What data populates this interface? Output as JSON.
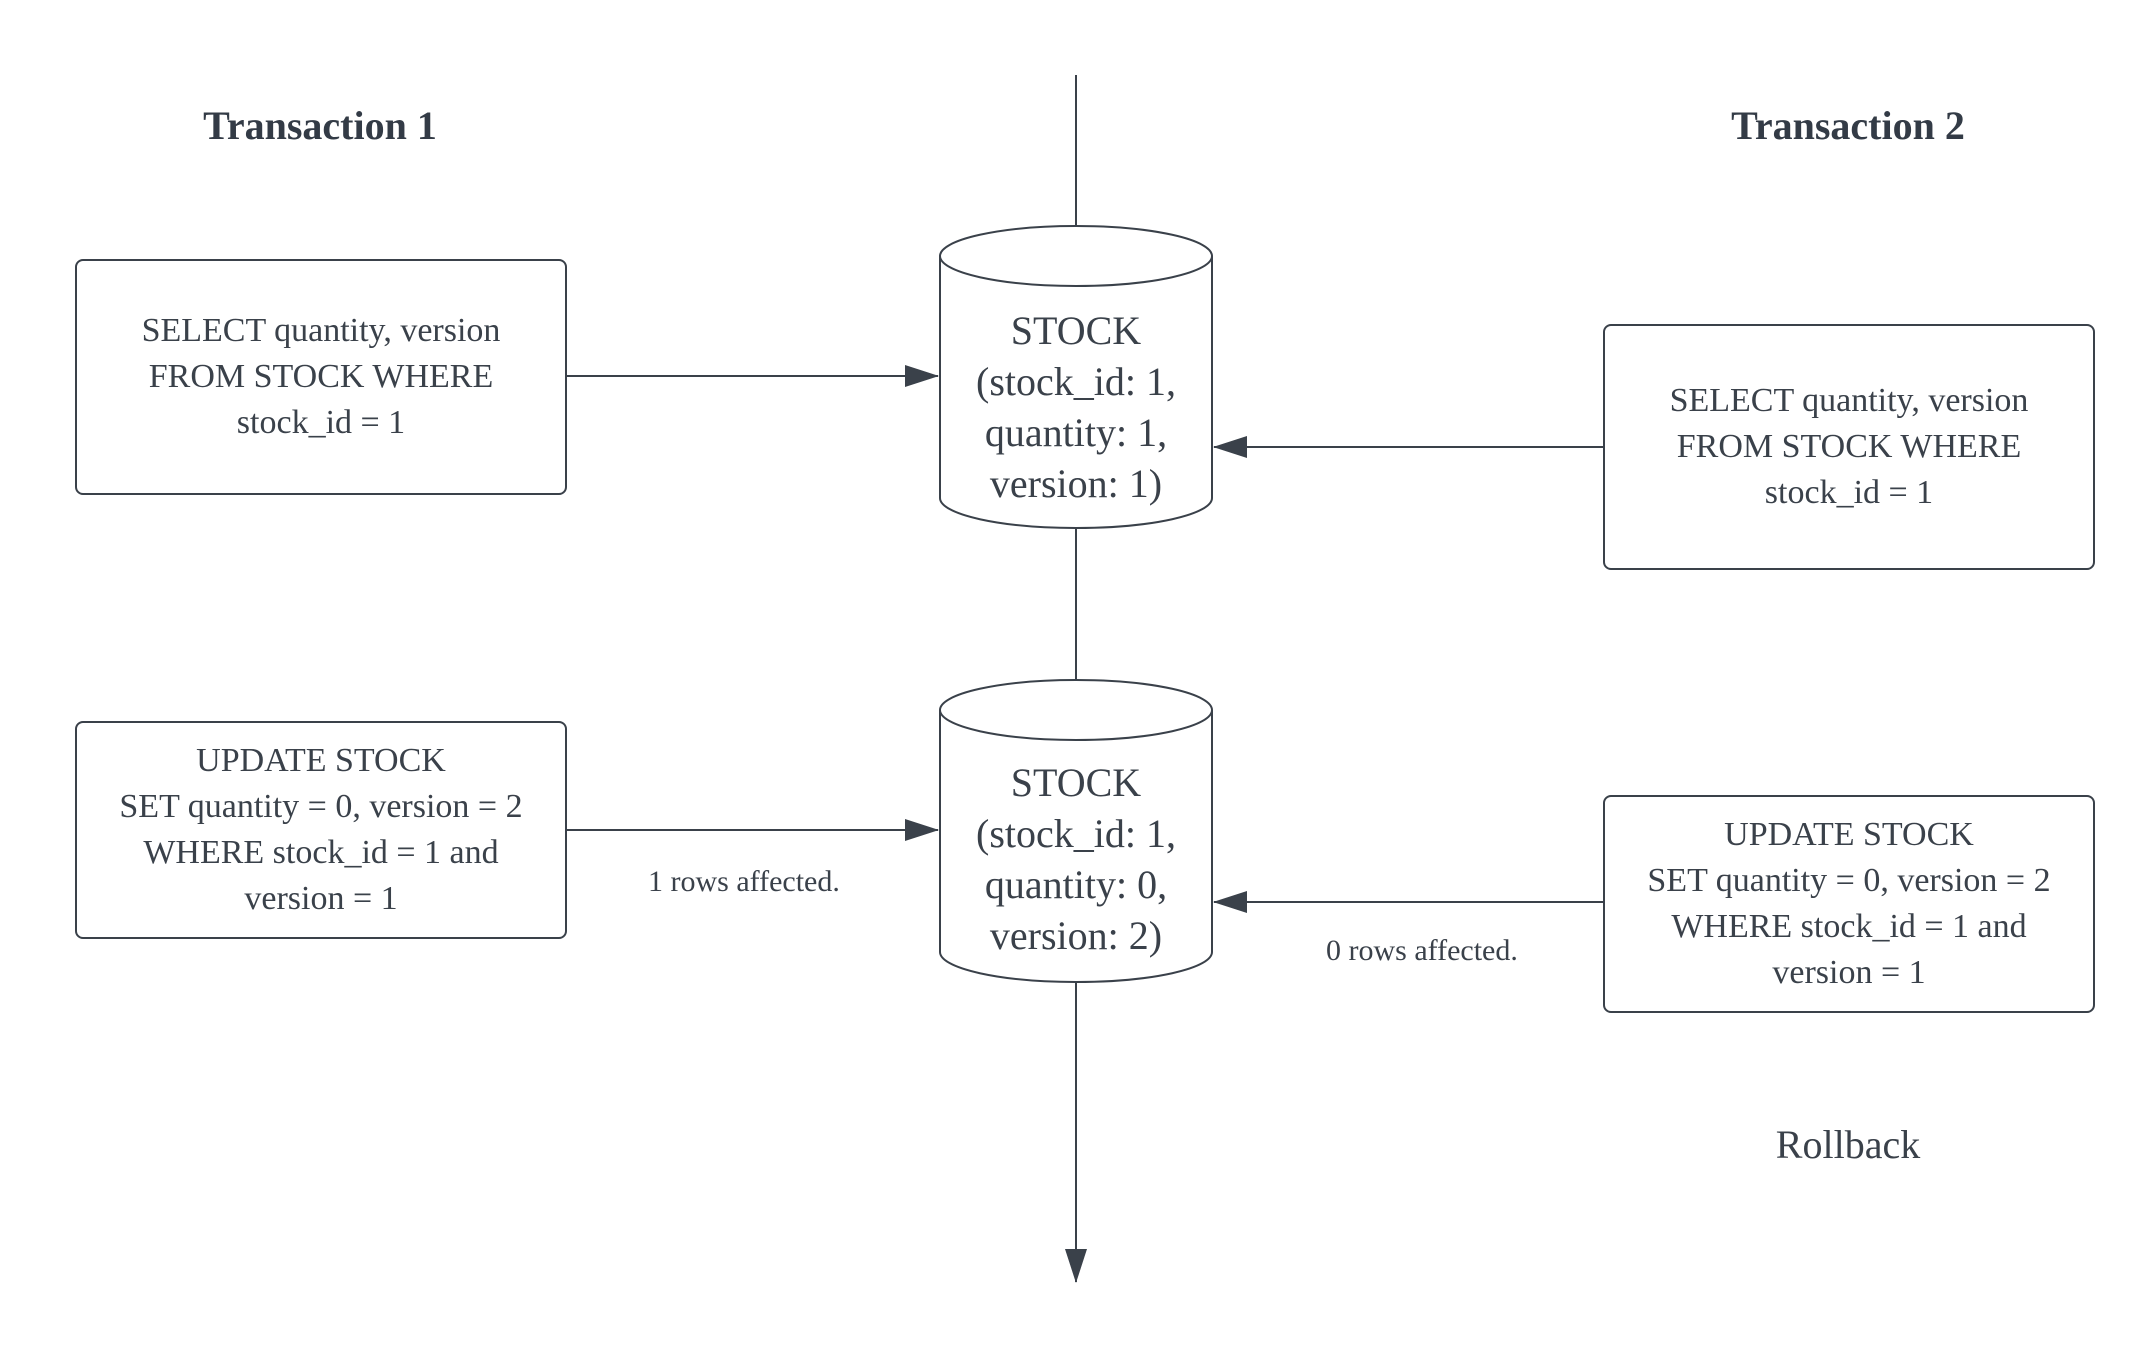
{
  "transaction1": {
    "heading": "Transaction 1",
    "select_query": "SELECT quantity, version\nFROM STOCK WHERE\nstock_id = 1",
    "update_query": "UPDATE STOCK\nSET quantity = 0, version = 2\nWHERE stock_id = 1 and\nversion = 1",
    "update_result": "1 rows affected."
  },
  "transaction2": {
    "heading": "Transaction 2",
    "select_query": "SELECT quantity, version\nFROM STOCK WHERE\nstock_id = 1",
    "update_query": "UPDATE STOCK\nSET quantity = 0, version = 2\nWHERE stock_id = 1 and\nversion = 1",
    "update_result": "0 rows affected.",
    "outcome": "Rollback"
  },
  "database": {
    "before": "STOCK\n(stock_id: 1,\nquantity: 1,\nversion: 1)",
    "after": "STOCK\n(stock_id: 1,\nquantity: 0,\nversion: 2)"
  },
  "colors": {
    "stroke": "#3a414a",
    "text": "#3a414a",
    "background": "#ffffff"
  }
}
